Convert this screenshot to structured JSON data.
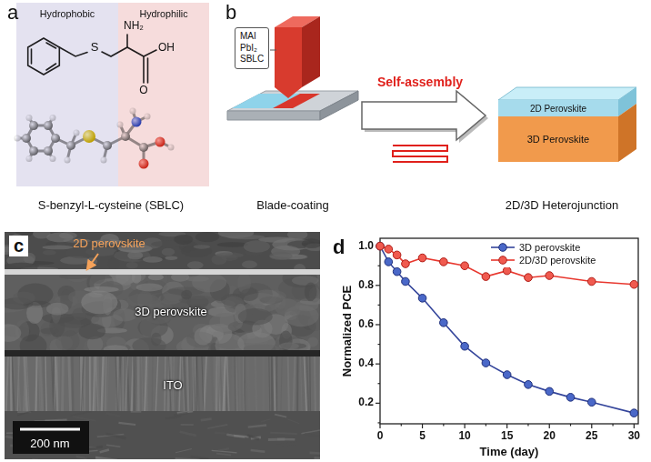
{
  "diagram": {
    "nodes": [
      {
        "text": [
          "Hydrophobic"
        ]
      },
      {
        "text": [
          "Hydrophilic"
        ]
      },
      {
        "text": [
          "MAI",
          "PbI₂",
          "SBLC"
        ]
      },
      {
        "text": [
          "2D Perovskite"
        ]
      },
      {
        "text": [
          "3D Perovskite"
        ]
      }
    ],
    "labels": [
      "a",
      "S",
      "NH₂",
      "OH",
      "O",
      "S-benzyl-L-cysteine (SBLC)",
      "b",
      "Blade-coating",
      "Self-assembly",
      "2D/3D Heterojunction",
      "c",
      "2D perovskite",
      "3D perovskite",
      "ITO",
      "200 nm",
      "d",
      "1.0",
      "0.8",
      "0.6",
      "0.4",
      "0.2",
      "0",
      "5",
      "10",
      "15",
      "20",
      "25",
      "30",
      "Normalized PCE",
      "Time (day)"
    ],
    "legend": [
      {
        "text": "3D perovskite"
      },
      {
        "text": "2D/3D perovskite"
      }
    ]
  }
}
